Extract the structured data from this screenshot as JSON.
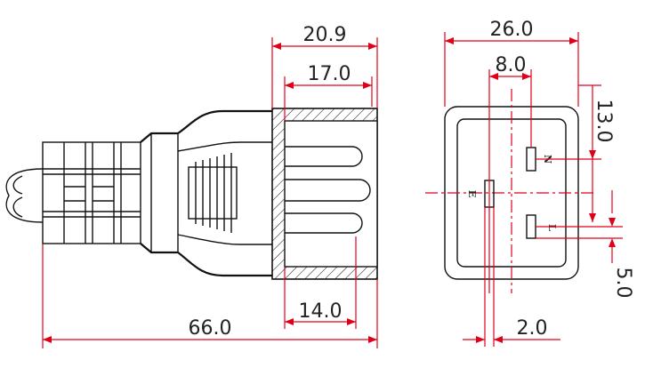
{
  "drawing": {
    "side_view": {
      "dim_overall_length": "66.0",
      "dim_housing_outer": "20.9",
      "dim_housing_inner": "17.0",
      "dim_pin_length": "14.0"
    },
    "front_view": {
      "dim_width": "26.0",
      "dim_pin_spacing": "8.0",
      "dim_height_offset": "13.0",
      "dim_pin_offset": "5.0",
      "dim_earth_width": "2.0",
      "label_neutral": "N",
      "label_line": "L",
      "label_earth": "E"
    }
  },
  "colors": {
    "dimension_line": "#e0001a",
    "outline": "#111111",
    "background": "#ffffff"
  }
}
